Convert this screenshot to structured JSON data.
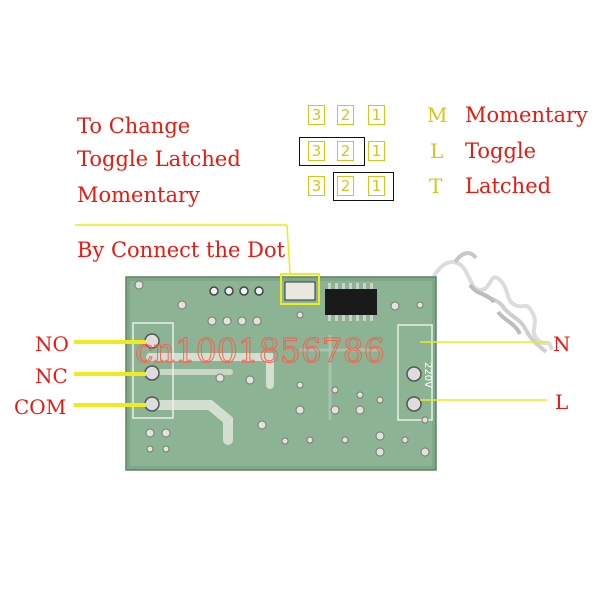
{
  "instructions": {
    "line1": "To Change",
    "line2": "Toggle Latched",
    "line3": "Momentary",
    "line4": "By Connect the Dot"
  },
  "jumper_rows": [
    {
      "digits": [
        "3",
        "2",
        "1"
      ],
      "letter": "M",
      "mode": "Momentary",
      "bridged": "none"
    },
    {
      "digits": [
        "3",
        "2",
        "1"
      ],
      "letter": "L",
      "mode": "Toggle",
      "bridged": "3-2"
    },
    {
      "digits": [
        "3",
        "2",
        "1"
      ],
      "letter": "T",
      "mode": "Latched",
      "bridged": "2-1"
    }
  ],
  "terminals_left": {
    "no": "NO",
    "nc": "NC",
    "com": "COM"
  },
  "terminals_right": {
    "n": "N",
    "l": "L"
  },
  "board_silkscreen": {
    "voltage": "220V"
  },
  "watermark": "cn1001856786",
  "colors": {
    "label_red": "#e8190e",
    "label_yellow": "#d9c51a",
    "board_green": "#7fa889",
    "pointer_yellow": "#f1ea1c"
  }
}
